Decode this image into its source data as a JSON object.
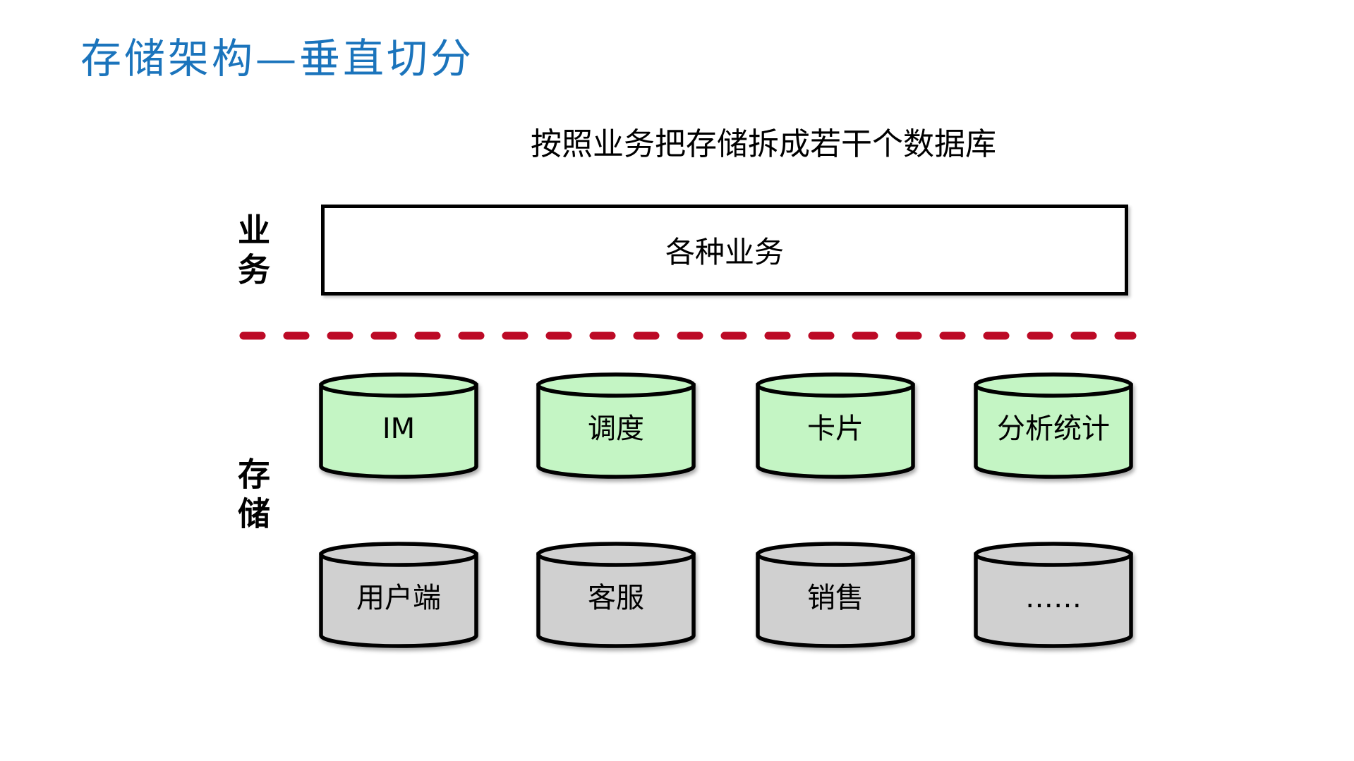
{
  "slide": {
    "title": "存储架构—垂直切分",
    "title_color": "#1B74BC",
    "subtitle": "按照业务把存储拆成若干个数据库"
  },
  "business_layer": {
    "side_label": "业务",
    "box_label": "各种业务"
  },
  "divider": {
    "color": "#BC0A26"
  },
  "storage_layer": {
    "side_label": "存储",
    "green_databases": [
      {
        "label": "IM"
      },
      {
        "label": "调度"
      },
      {
        "label": "卡片"
      },
      {
        "label": "分析统计"
      }
    ],
    "gray_databases": [
      {
        "label": "用户端"
      },
      {
        "label": "客服"
      },
      {
        "label": "销售"
      },
      {
        "label": "……"
      }
    ]
  },
  "colors": {
    "green_fill": "#C4F5C4",
    "gray_fill": "#D0D0D0",
    "outline": "#000000"
  }
}
